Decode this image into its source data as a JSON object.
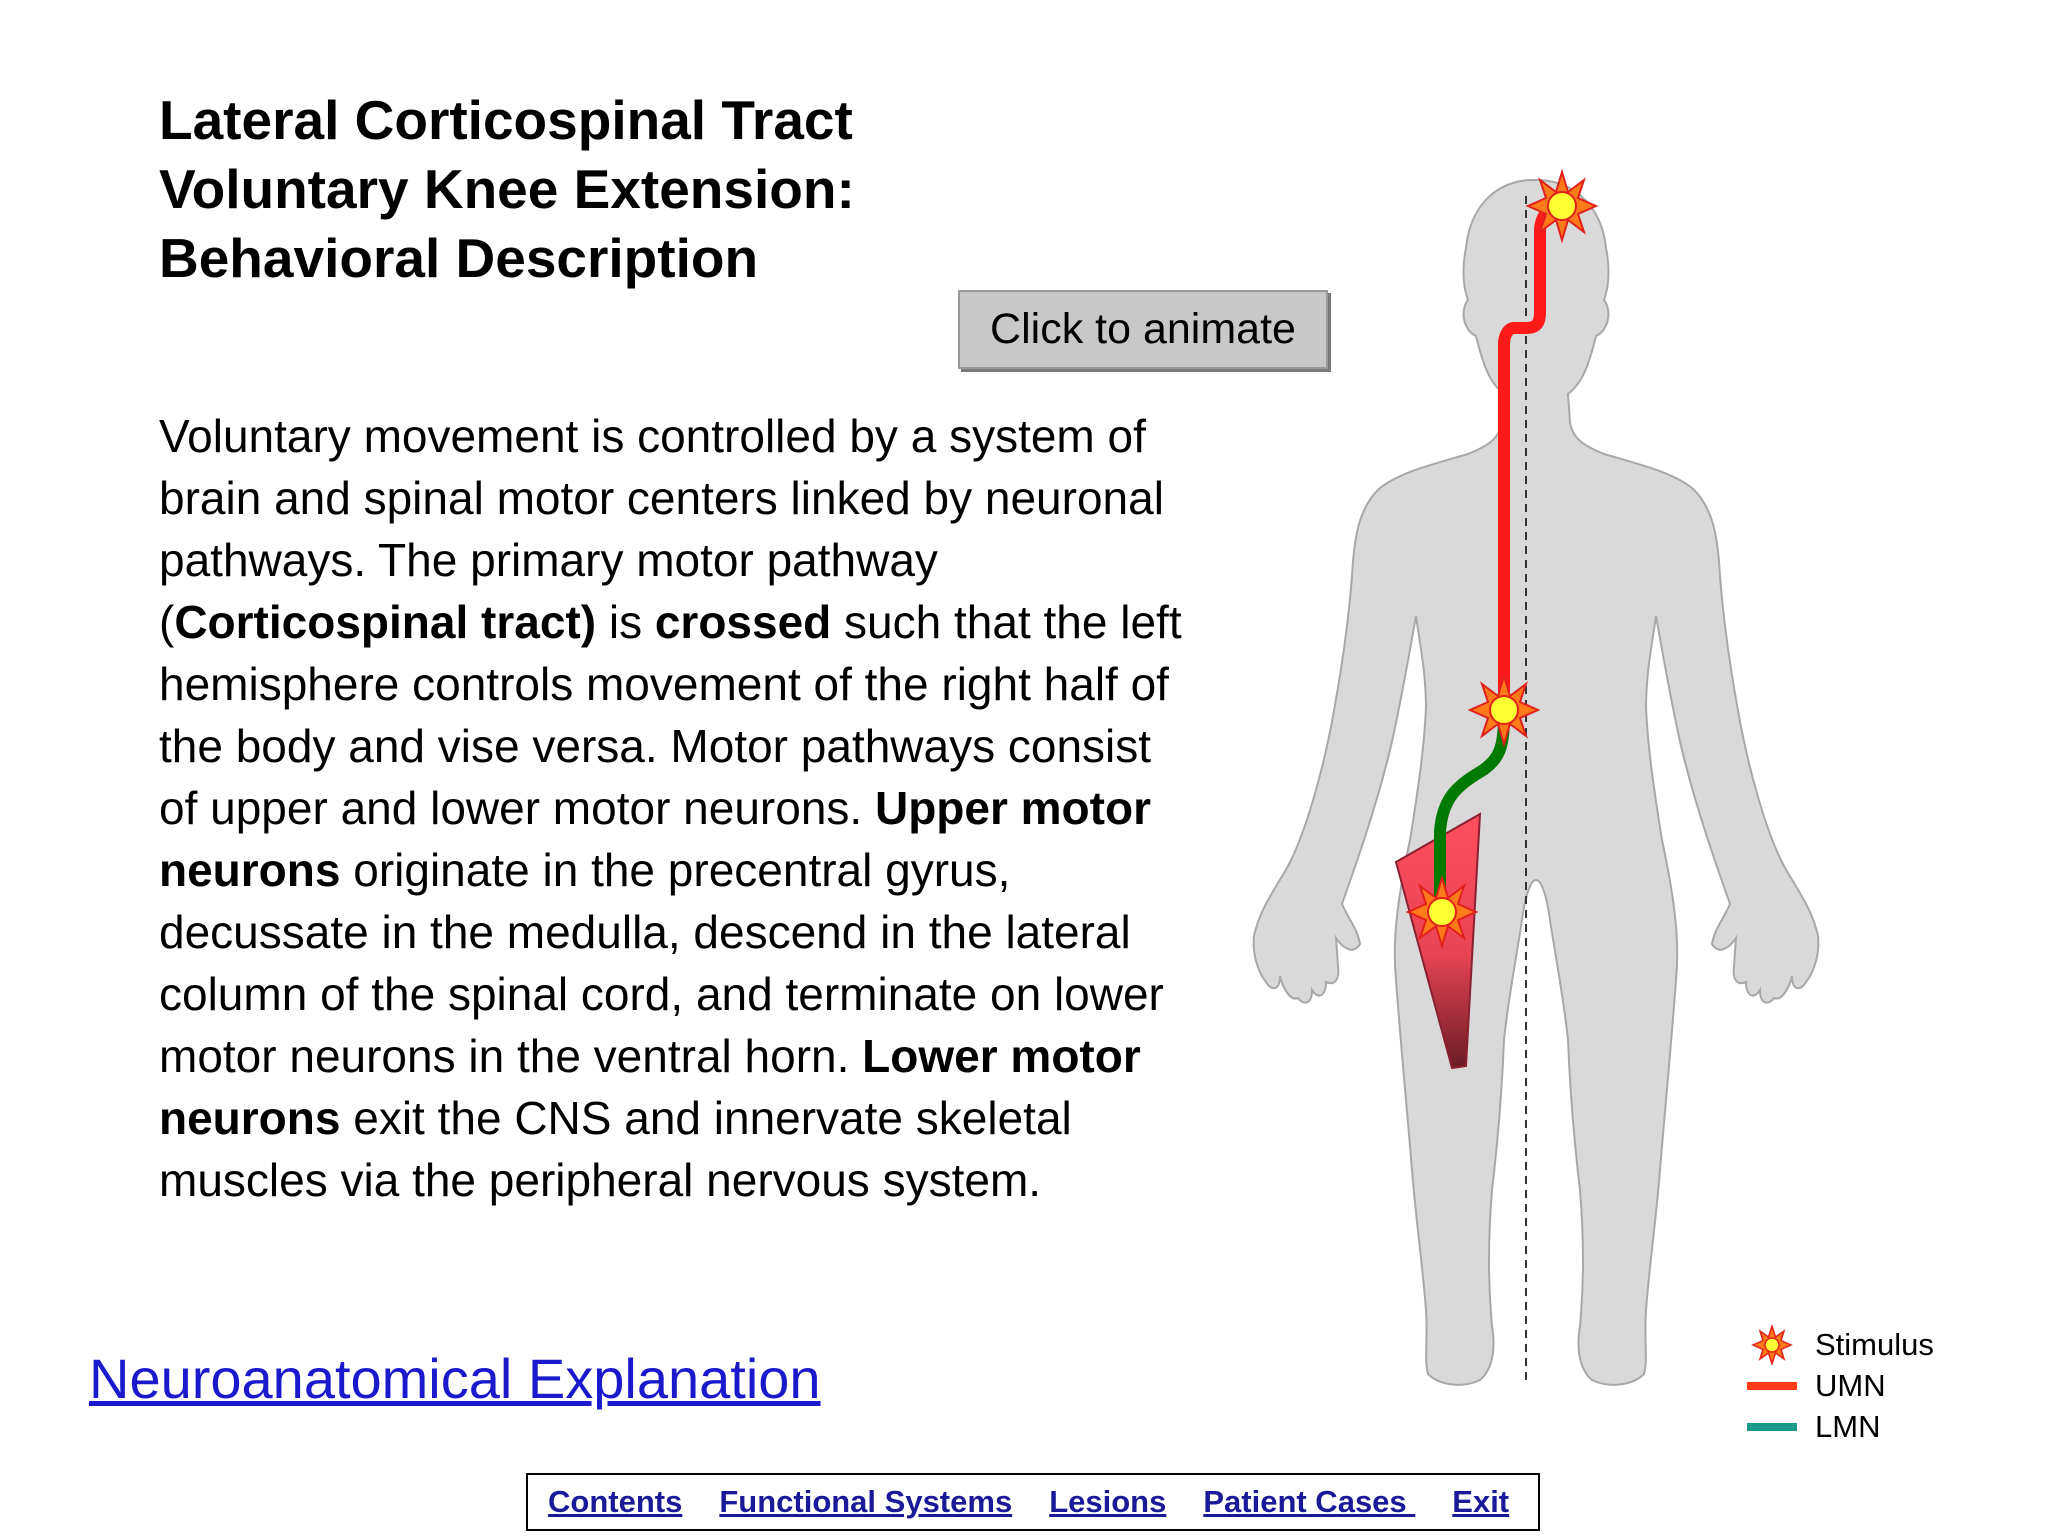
{
  "header": {
    "title_lines": [
      "Lateral Corticospinal Tract",
      "Voluntary Knee Extension:",
      "Behavioral Description"
    ]
  },
  "controls": {
    "animate_label": "Click to animate"
  },
  "description": {
    "runs": [
      {
        "t": "Voluntary movement is controlled by a system of brain and spinal motor centers linked by neuronal pathways. The primary motor pathway (",
        "b": false
      },
      {
        "t": "Corticospinal tract)",
        "b": true
      },
      {
        "t": " is ",
        "b": false
      },
      {
        "t": "crossed",
        "b": true
      },
      {
        "t": " such that the left hemisphere controls movement of the right half of the body and vise versa. Motor pathways consist of upper and lower motor neurons. ",
        "b": false
      },
      {
        "t": "Upper motor neurons",
        "b": true
      },
      {
        "t": " originate in the precentral gyrus, decussate in the medulla, descend in the lateral column of the spinal cord, and terminate on lower motor neurons in the ventral horn.  ",
        "b": false
      },
      {
        "t": "Lower motor neurons",
        "b": true
      },
      {
        "t": " exit the CNS and innervate skeletal muscles via the peripheral nervous system.",
        "b": false
      }
    ]
  },
  "links": {
    "explanation": "Neuroanatomical Explanation"
  },
  "nav": {
    "items": [
      "Contents",
      "Functional Systems",
      "Lesions",
      "Patient Cases ",
      "Exit"
    ]
  },
  "legend": {
    "stimulus": "Stimulus",
    "umn": "UMN",
    "lmn": "LMN"
  },
  "colors": {
    "umn_path": "#ff1a1a",
    "lmn_path": "#007a00",
    "legend_umn": "#ff3b1a",
    "legend_lmn": "#1a9a8a",
    "body": "#d9d9d9",
    "stimulus_core": "#ffff33",
    "muscle": "#e04050",
    "link": "#1a1acc"
  }
}
